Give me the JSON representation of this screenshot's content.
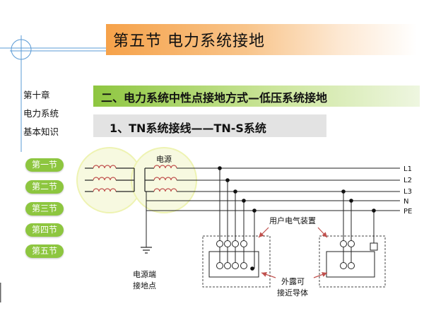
{
  "slide": {
    "title": "第五节  电力系统接地",
    "subtitle1": "二、电力系统中性点接地方式—低压系统接地",
    "subtitle2": "1、TN系统接线——TN-S系统"
  },
  "sidebar": {
    "chapter": [
      "第十章",
      "电力系统",
      "基本知识"
    ],
    "nav": [
      "第一节",
      "第二节",
      "第三节",
      "第四节",
      "第五节"
    ]
  },
  "diagram": {
    "source_label": "电源",
    "line_labels": [
      "L1",
      "L2",
      "L3",
      "N",
      "PE"
    ],
    "user_equipment_label": "用户电气装置",
    "source_ground_label": [
      "电源端",
      "接地点"
    ],
    "exposed_conductor_label": [
      "外露可",
      "接近导体"
    ]
  },
  "colors": {
    "title_accent": "#f6a24a",
    "subtitle_accent": "#8ec640",
    "nav_pill": "#8dc63f",
    "coil": "#c0504d",
    "arrow": "#c0504d",
    "deco_circle": "#eef3b2",
    "deco_lines": "#5b9bd5"
  }
}
